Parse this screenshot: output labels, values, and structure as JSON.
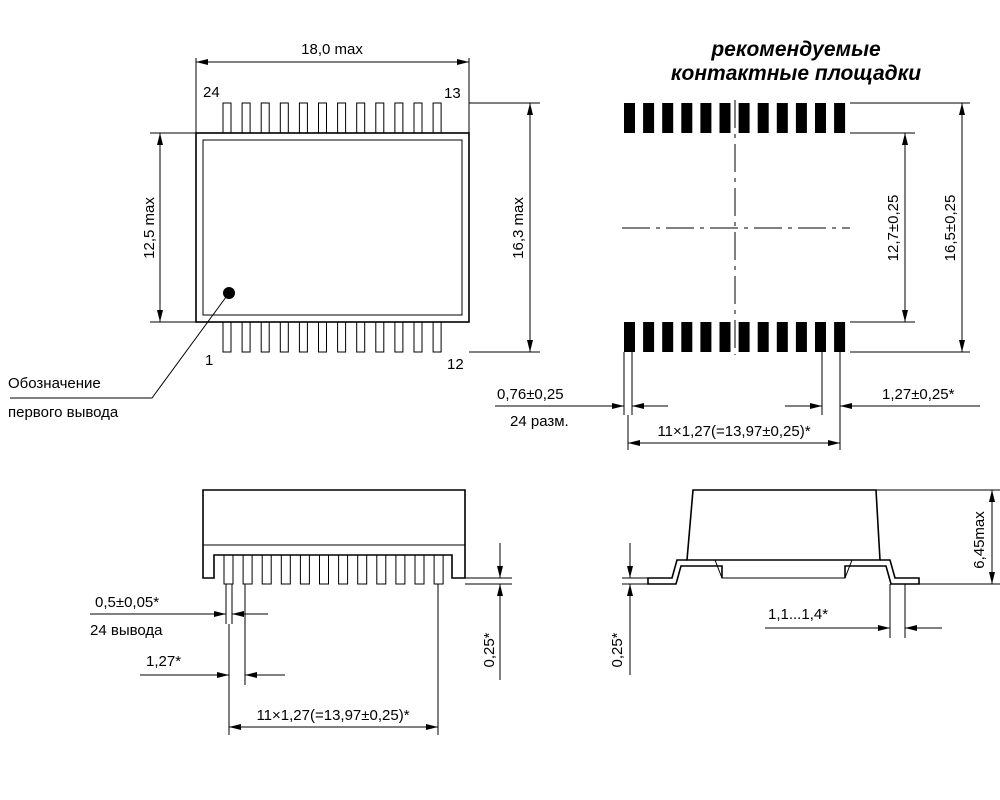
{
  "top_view": {
    "width_label": "18,0 max",
    "height_label": "12,5 max",
    "span_label": "16,3 max",
    "pin24_label": "24",
    "pin13_label": "13",
    "pin1_label": "1",
    "pin12_label": "12",
    "marker_label_line1": "Обозначение",
    "marker_label_line2": "первого вывода"
  },
  "land_pattern": {
    "title_line1": "рекомендуемые",
    "title_line2": "контактные площадки",
    "inner_label": "12,7±0,25",
    "outer_label": "16,5±0,25",
    "pad_width_label": "0,76±0,25",
    "pad_count_label": "24 разм.",
    "pitch_label": "1,27±0,25*",
    "span_label": "11×1,27(=13,97±0,25)*"
  },
  "side_view": {
    "lead_width_label": "0,5±0,05*",
    "lead_count_label": "24 вывода",
    "pitch_label": "1,27*",
    "span_label": "11×1,27(=13,97±0,25)*",
    "standoff_label": "0,25*"
  },
  "end_view": {
    "height_label": "6,45max",
    "foot_label": "1,1...1,4*",
    "standoff_label": "0,25*"
  }
}
